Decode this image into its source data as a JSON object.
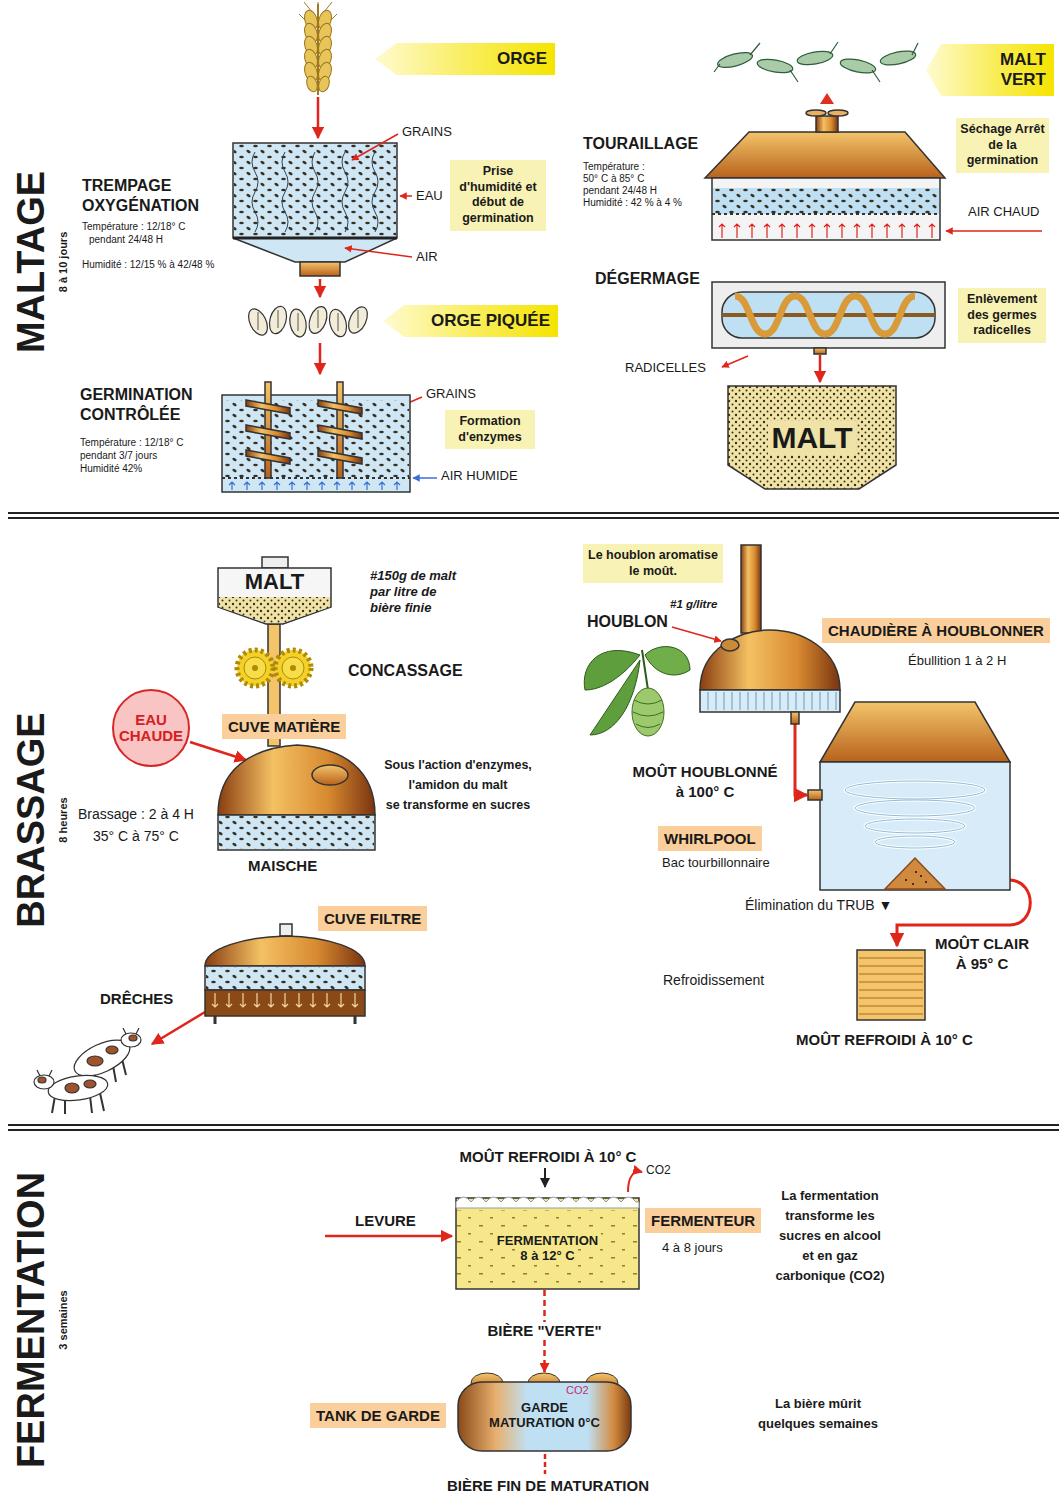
{
  "diagram": {
    "nodes": [
      {
        "text": [
          "ORGE"
        ]
      },
      {
        "text": [
          "Prise d'humidité et début de germination"
        ]
      },
      {
        "text": [
          "ORGE PIQUÉE"
        ]
      },
      {
        "text": [
          "Formation d'enzymes"
        ]
      },
      {
        "text": [
          "MALT VERT"
        ]
      },
      {
        "text": [
          "Séchage Arrêt de la germination"
        ]
      },
      {
        "text": [
          "Enlèvement des germes radicelles"
        ]
      },
      {
        "text": [
          "MALT"
        ]
      },
      {
        "text": [
          "MALT"
        ]
      },
      {
        "text": [
          "EAU CHAUDE"
        ]
      },
      {
        "text": [
          "CUVE MATIÈRE"
        ]
      },
      {
        "text": [
          "CUVE FILTRE"
        ]
      },
      {
        "text": [
          "Le houblon aromatise le moût."
        ]
      },
      {
        "text": [
          "CHAUDIÈRE À HOUBLONNER"
        ]
      },
      {
        "text": [
          "WHIRLPOOL"
        ]
      },
      {
        "text": [
          "FERMENTATION",
          "8 à 12° C"
        ]
      },
      {
        "text": [
          "FERMENTEUR"
        ]
      },
      {
        "text": [
          "TANK DE GARDE"
        ]
      },
      {
        "text": [
          "GARDE",
          "MATURATION 0°C"
        ]
      }
    ],
    "edges": [
      {
        "from": 15,
        "to": 18,
        "label": "BIÈRE \"VERTE\"",
        "arrow": "to"
      }
    ],
    "labels": [
      "MALTAGE",
      "8 à 10 jours",
      "GRAINS",
      "EAU",
      "AIR",
      "TREMPAGE",
      "OXYGÉNATION",
      "Température : 12/18° C",
      "pendant 24/48 H",
      "Humidité : 12/15 % à 42/48 %",
      "GERMINATION",
      "CONTRÔLÉE",
      "Température : 12/18° C",
      "pendant 3/7 jours",
      "Humidité 42%",
      "GRAINS",
      "AIR HUMIDE",
      "TOURAILLAGE",
      "Température :",
      "50° C à 85° C",
      "pendant 24/48 H",
      "Humidité : 42 % à 4 %",
      "AIR CHAUD",
      "DÉGERMAGE",
      "RADICELLES",
      "BRASSAGE",
      "8 heures",
      "#150g de malt",
      "par litre de",
      "bière finie",
      "CONCASSAGE",
      "Sous l'action d'enzymes,",
      "l'amidon du malt",
      "se transforme en sucres",
      "Brassage : 2 à 4 H",
      "35° C à 75° C",
      "MAISCHE",
      "DRÊCHES",
      "HOUBLON",
      "#1 g/litre",
      "Ébullition 1 à 2 H",
      "MOÛT HOUBLONNÉ",
      "à 100° C",
      "Bac tourbillonnaire",
      "Élimination du TRUB ▼",
      "MOÛT CLAIR",
      "À 95° C",
      "Refroidissement",
      "MOÛT REFROIDI À 10° C",
      "FERMENTATION",
      "3 semaines",
      "MOÛT REFROIDI À 10° C",
      "CO2",
      "LEVURE",
      "4 à 8 jours",
      "La fermentation",
      "transforme les",
      "sucres en alcool",
      "et en gaz",
      "carbonique (CO2)",
      "CO2",
      "La bière mûrit",
      "quelques semaines",
      "BIÈRE FIN DE MATURATION"
    ]
  }
}
